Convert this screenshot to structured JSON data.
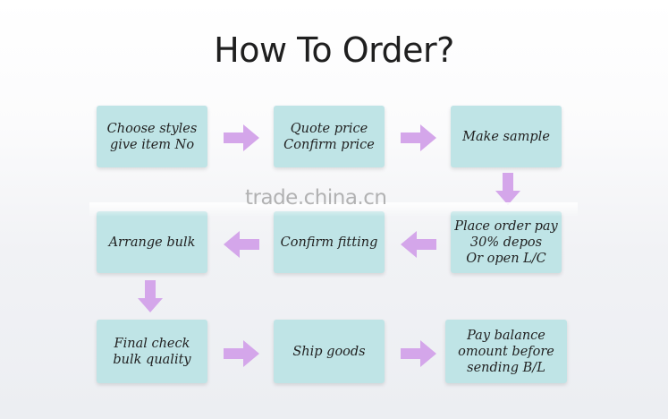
{
  "title": "How To Order?",
  "watermark": "trade.china.cn",
  "colors": {
    "box_fill": "#bfe4e6",
    "arrow_fill": "#d4a6ea"
  },
  "steps": {
    "choose_styles": "Choose styles\ngive item No",
    "quote_price": "Quote price\nConfirm price",
    "make_sample": "Make sample",
    "place_order": "Place order pay\n30% depos\nOr open L/C",
    "confirm_fitting": "Confirm fitting",
    "arrange_bulk": "Arrange bulk",
    "final_check": "Final check\nbulk quality",
    "ship_goods": "Ship goods",
    "pay_balance": "Pay balance\nomount before\nsending B/L"
  }
}
